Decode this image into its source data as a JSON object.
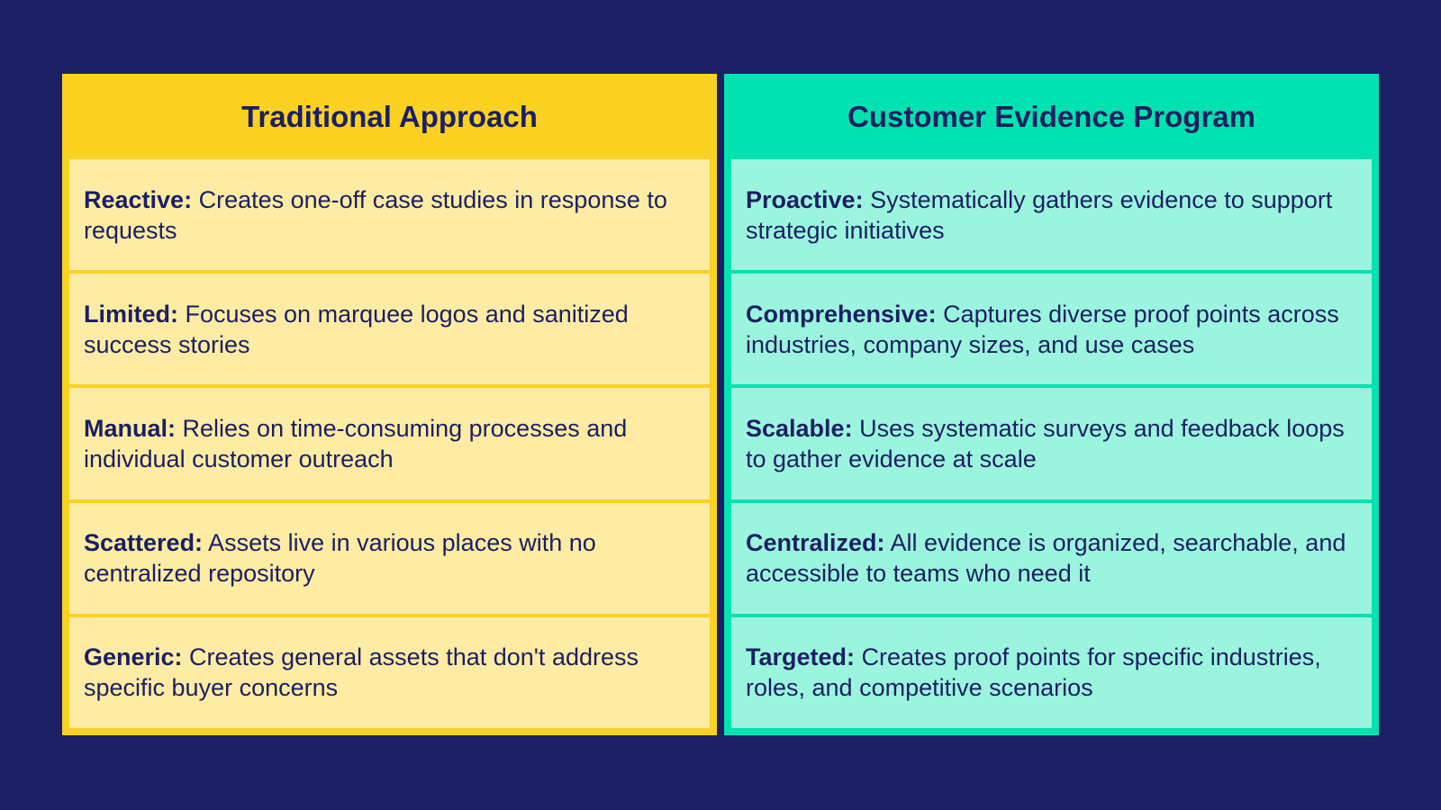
{
  "colors": {
    "background": "#1b1f63",
    "text": "#1b1f63",
    "traditional_header": "#fcd121",
    "traditional_cell": "#feeca4",
    "program_header": "#00e3b0",
    "program_cell": "#9bf5de"
  },
  "traditional": {
    "title": "Traditional Approach",
    "rows": [
      {
        "term": "Reactive:",
        "desc": " Creates one-off case studies in response to requests"
      },
      {
        "term": "Limited:",
        "desc": " Focuses on marquee logos and sanitized success stories"
      },
      {
        "term": "Manual:",
        "desc": " Relies on time-consuming processes and individual customer outreach"
      },
      {
        "term": "Scattered:",
        "desc": " Assets live in various places with no centralized repository"
      },
      {
        "term": "Generic:",
        "desc": " Creates general assets that don't address specific buyer concerns"
      }
    ]
  },
  "program": {
    "title": "Customer Evidence Program",
    "rows": [
      {
        "term": "Proactive:",
        "desc": " Systematically gathers evidence to support strategic initiatives"
      },
      {
        "term": "Comprehensive:",
        "desc": " Captures diverse proof points across industries, company sizes, and use cases"
      },
      {
        "term": "Scalable:",
        "desc": " Uses systematic surveys and feedback loops to gather evidence at scale"
      },
      {
        "term": "Centralized:",
        "desc": " All evidence is organized, searchable, and accessible to teams who need it"
      },
      {
        "term": "Targeted:",
        "desc": " Creates proof points for specific industries, roles, and competitive scenarios"
      }
    ]
  }
}
